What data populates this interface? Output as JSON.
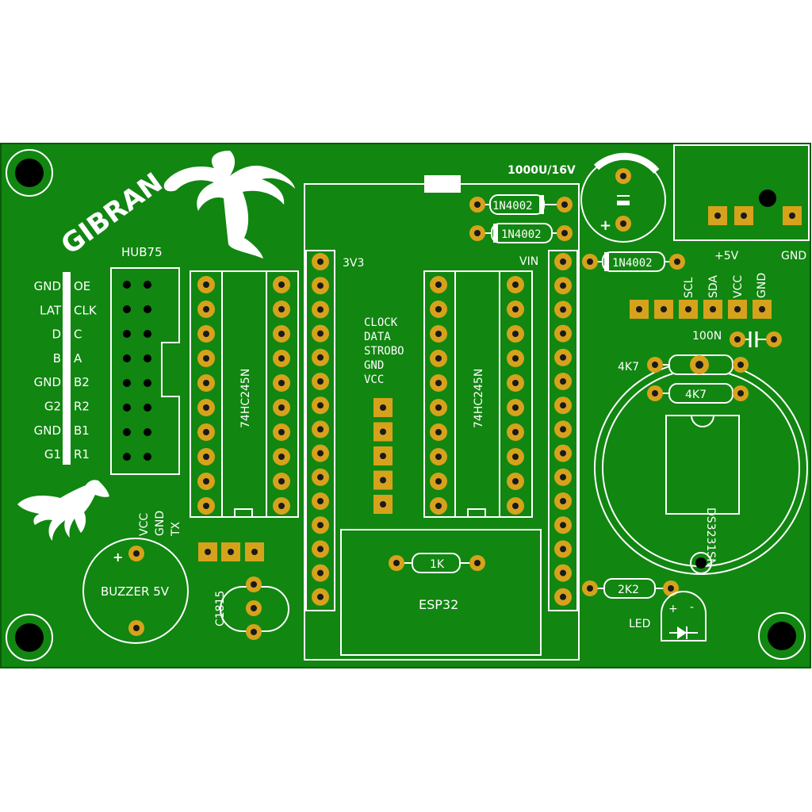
{
  "board": {
    "brand": "GIBRAN",
    "pcb_color": "#118611",
    "pad_color": "#d6a21c",
    "silk_color": "#ffffff"
  },
  "hub75": {
    "title": "HUB75",
    "left_labels": [
      "GND",
      "LAT",
      "D",
      "B",
      "GND",
      "G2",
      "GND",
      "G1"
    ],
    "right_labels": [
      "OE",
      "CLK",
      "C",
      "A",
      "B2",
      "R2",
      "B1",
      "R1"
    ]
  },
  "ic1": {
    "name": "74HC245N"
  },
  "ic2": {
    "name": "74HC245N"
  },
  "esp32": {
    "name": "ESP32",
    "pin_3v3": "3V3",
    "pin_vin": "VIN"
  },
  "clock_header": {
    "labels": [
      "CLOCK",
      "DATA",
      "STROBO",
      "GND",
      "VCC"
    ]
  },
  "diodes": {
    "d1": "1N4002",
    "d2": "1N4002",
    "d3": "1N4002"
  },
  "capacitor": {
    "value": "1000U/16V"
  },
  "power_connector": {
    "plus": "+5V",
    "gnd": "GND"
  },
  "rtc_header": {
    "labels": [
      "SCL",
      "SDA",
      "VCC",
      "GND"
    ]
  },
  "rtc": {
    "cap": "100N",
    "r_left": "4K7",
    "r_inner": "4K7",
    "ic": "DS3231SN"
  },
  "resistor_1k": "1K",
  "resistor_2k2": "2K2",
  "led": {
    "label": "LED",
    "plus": "+",
    "minus": "-"
  },
  "buzzer": {
    "label": "BUZZER 5V",
    "plus": "+"
  },
  "serial_header": {
    "labels": [
      "VCC",
      "GND",
      "TX"
    ]
  },
  "transistor": {
    "label": "C1815"
  }
}
